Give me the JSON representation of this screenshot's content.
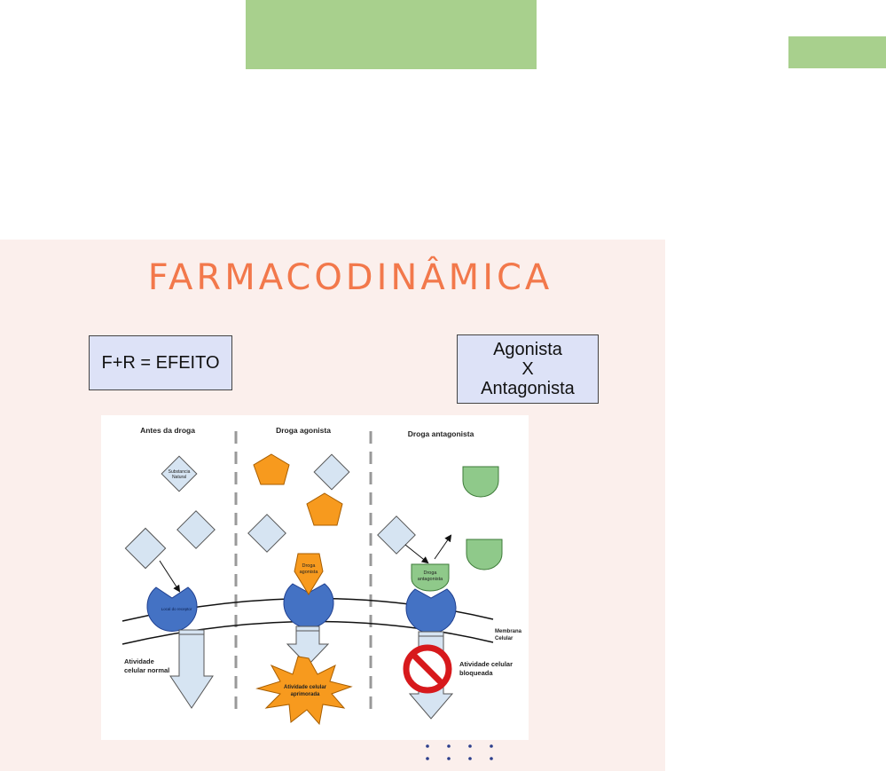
{
  "title": "FARMACODINÂMICA",
  "formula": "F+R = EFEITO",
  "comparison": {
    "line1": "Agonista",
    "line2": "X",
    "line3": "Antagonista"
  },
  "figure": {
    "col1_header": "Antes da droga",
    "col2_header": "Droga agonista",
    "col3_header": "Droga antagonista",
    "natural_substance_l1": "Substancia",
    "natural_substance_l2": "Natural",
    "receptor_site": "Local do receptor",
    "agonist_label_l1": "Droga",
    "agonist_label_l2": "agonista",
    "antagonist_label_l1": "Droga",
    "antagonist_label_l2": "antagonista",
    "membrane_l1": "Membrana",
    "membrane_l2": "Celular",
    "normal_activity_l1": "Atividade",
    "normal_activity_l2": "celular normal",
    "enhanced_activity_l1": "Atividade celular",
    "enhanced_activity_l2": "aprimorada",
    "blocked_activity_l1": "Atividade celular",
    "blocked_activity_l2": "bloqueada"
  },
  "colors": {
    "accent_green": "#a8d08d",
    "title_orange": "#f2784b",
    "box_fill": "#dde2f7",
    "receptor_blue": "#4472c4",
    "agonist_orange": "#f79a1e",
    "antagonist_green": "#8fc98a",
    "ligand_blue": "#d6e4f2"
  }
}
